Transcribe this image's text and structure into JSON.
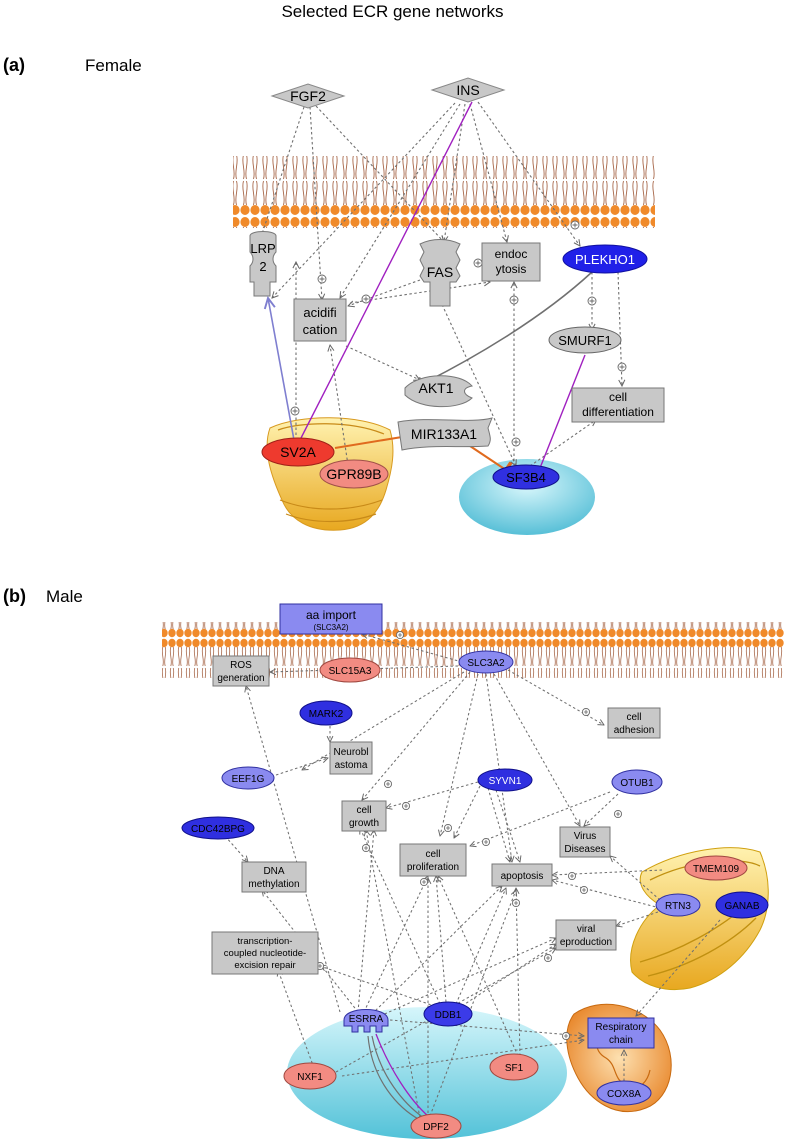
{
  "figure_title": "Selected ECR  gene networks",
  "panels": [
    {
      "label": "(a)",
      "title": "Female"
    },
    {
      "label": "(b)",
      "title": "Male"
    }
  ],
  "female": {
    "nodes": {
      "fgf2": "FGF2",
      "ins": "INS",
      "lrp2": [
        "LRP",
        "2"
      ],
      "fas": "FAS",
      "endocytosis": [
        "endoc",
        "ytosis"
      ],
      "plekho1": "PLEKHO1",
      "acidification": [
        "acidifi",
        "cation"
      ],
      "smurf1": "SMURF1",
      "akt1": "AKT1",
      "cell_differentiation": [
        "cell",
        "differentiation"
      ],
      "sv2a": "SV2A",
      "mir133a1": "MIR133A1",
      "gpr89b": "GPR89B",
      "sf3b4": "SF3B4"
    }
  },
  "male": {
    "nodes": {
      "aa_import": [
        "aa import",
        "(SLC3A2)"
      ],
      "ros_generation": [
        "ROS",
        "generation"
      ],
      "slc15a3": "SLC15A3",
      "slc3a2": "SLC3A2",
      "mark2": "MARK2",
      "neuroblastoma": [
        "Neurobl",
        "astoma"
      ],
      "cell_adhesion": [
        "cell",
        "adhesion"
      ],
      "eef1g": "EEF1G",
      "syvn1": "SYVN1",
      "otub1": "OTUB1",
      "cdc42bpg": "CDC42BPG",
      "cell_growth": [
        "cell",
        "growth"
      ],
      "cell_proliferation": [
        "cell",
        "proliferation"
      ],
      "virus_diseases": [
        "Virus",
        "Diseases"
      ],
      "tmem109": "TMEM109",
      "dna_methylation": [
        "DNA",
        "methylation"
      ],
      "apoptosis": "apoptosis",
      "rtn3": "RTN3",
      "ganab": "GANAB",
      "tcner": [
        "transcription-",
        "coupled nucleotide-",
        "excision repair"
      ],
      "viral_reproduction": [
        "viral",
        "eproduction"
      ],
      "esrra": "ESRRA",
      "ddb1": "DDB1",
      "respiratory_chain": [
        "Respiratory",
        "chain"
      ],
      "nxf1": "NXF1",
      "sf1": "SF1",
      "dpf2": "DPF2",
      "cox8a": "COX8A"
    }
  },
  "colors": {
    "membrane_head": "#f08a2a",
    "membrane_tail": "#b0704e",
    "node_gray": "#c8c8c8",
    "red": "#e83a2e",
    "salmon": "#f28b82",
    "blue_dark": "#2f2fe0",
    "blue_light": "#8a8af0",
    "nucleus": "#7fd6e6",
    "golgi": "#f2c24a",
    "mito": "#f2a44a",
    "edge_purple": "#a020c0",
    "edge_orange": "#e06a1e",
    "edge_blue": "#7f7fd0",
    "edge_gray": "#707070"
  },
  "icons": [
    "plus-circle-icon",
    "arrowhead-icon",
    "inhibition-bar-icon"
  ]
}
